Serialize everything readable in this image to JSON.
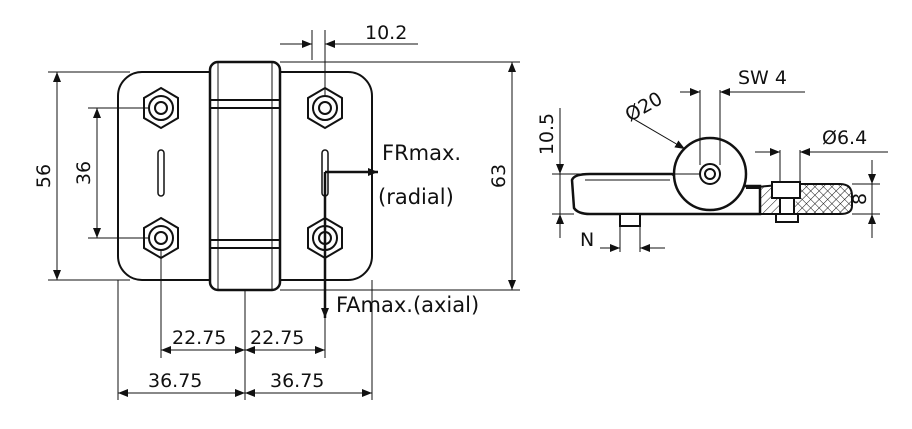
{
  "front_view": {
    "width_left_half": "36.75",
    "width_right_half": "36.75",
    "hole_offset_left": "22.75",
    "hole_offset_right": "22.75",
    "overall_height_leaf": "56",
    "hole_spacing": "36",
    "overall_height": "63",
    "knuckle_offset": "10.2",
    "force_radial_line1": "FRmax.",
    "force_radial_line2": "(radial)",
    "force_axial": "FAmax.(axial)"
  },
  "side_view": {
    "wrench_size": "SW 4",
    "knuckle_diameter": "Ø20",
    "hole_diameter": "Ø6.4",
    "center_height": "10.5",
    "leaf_thickness": "8",
    "stud_label": "N"
  }
}
